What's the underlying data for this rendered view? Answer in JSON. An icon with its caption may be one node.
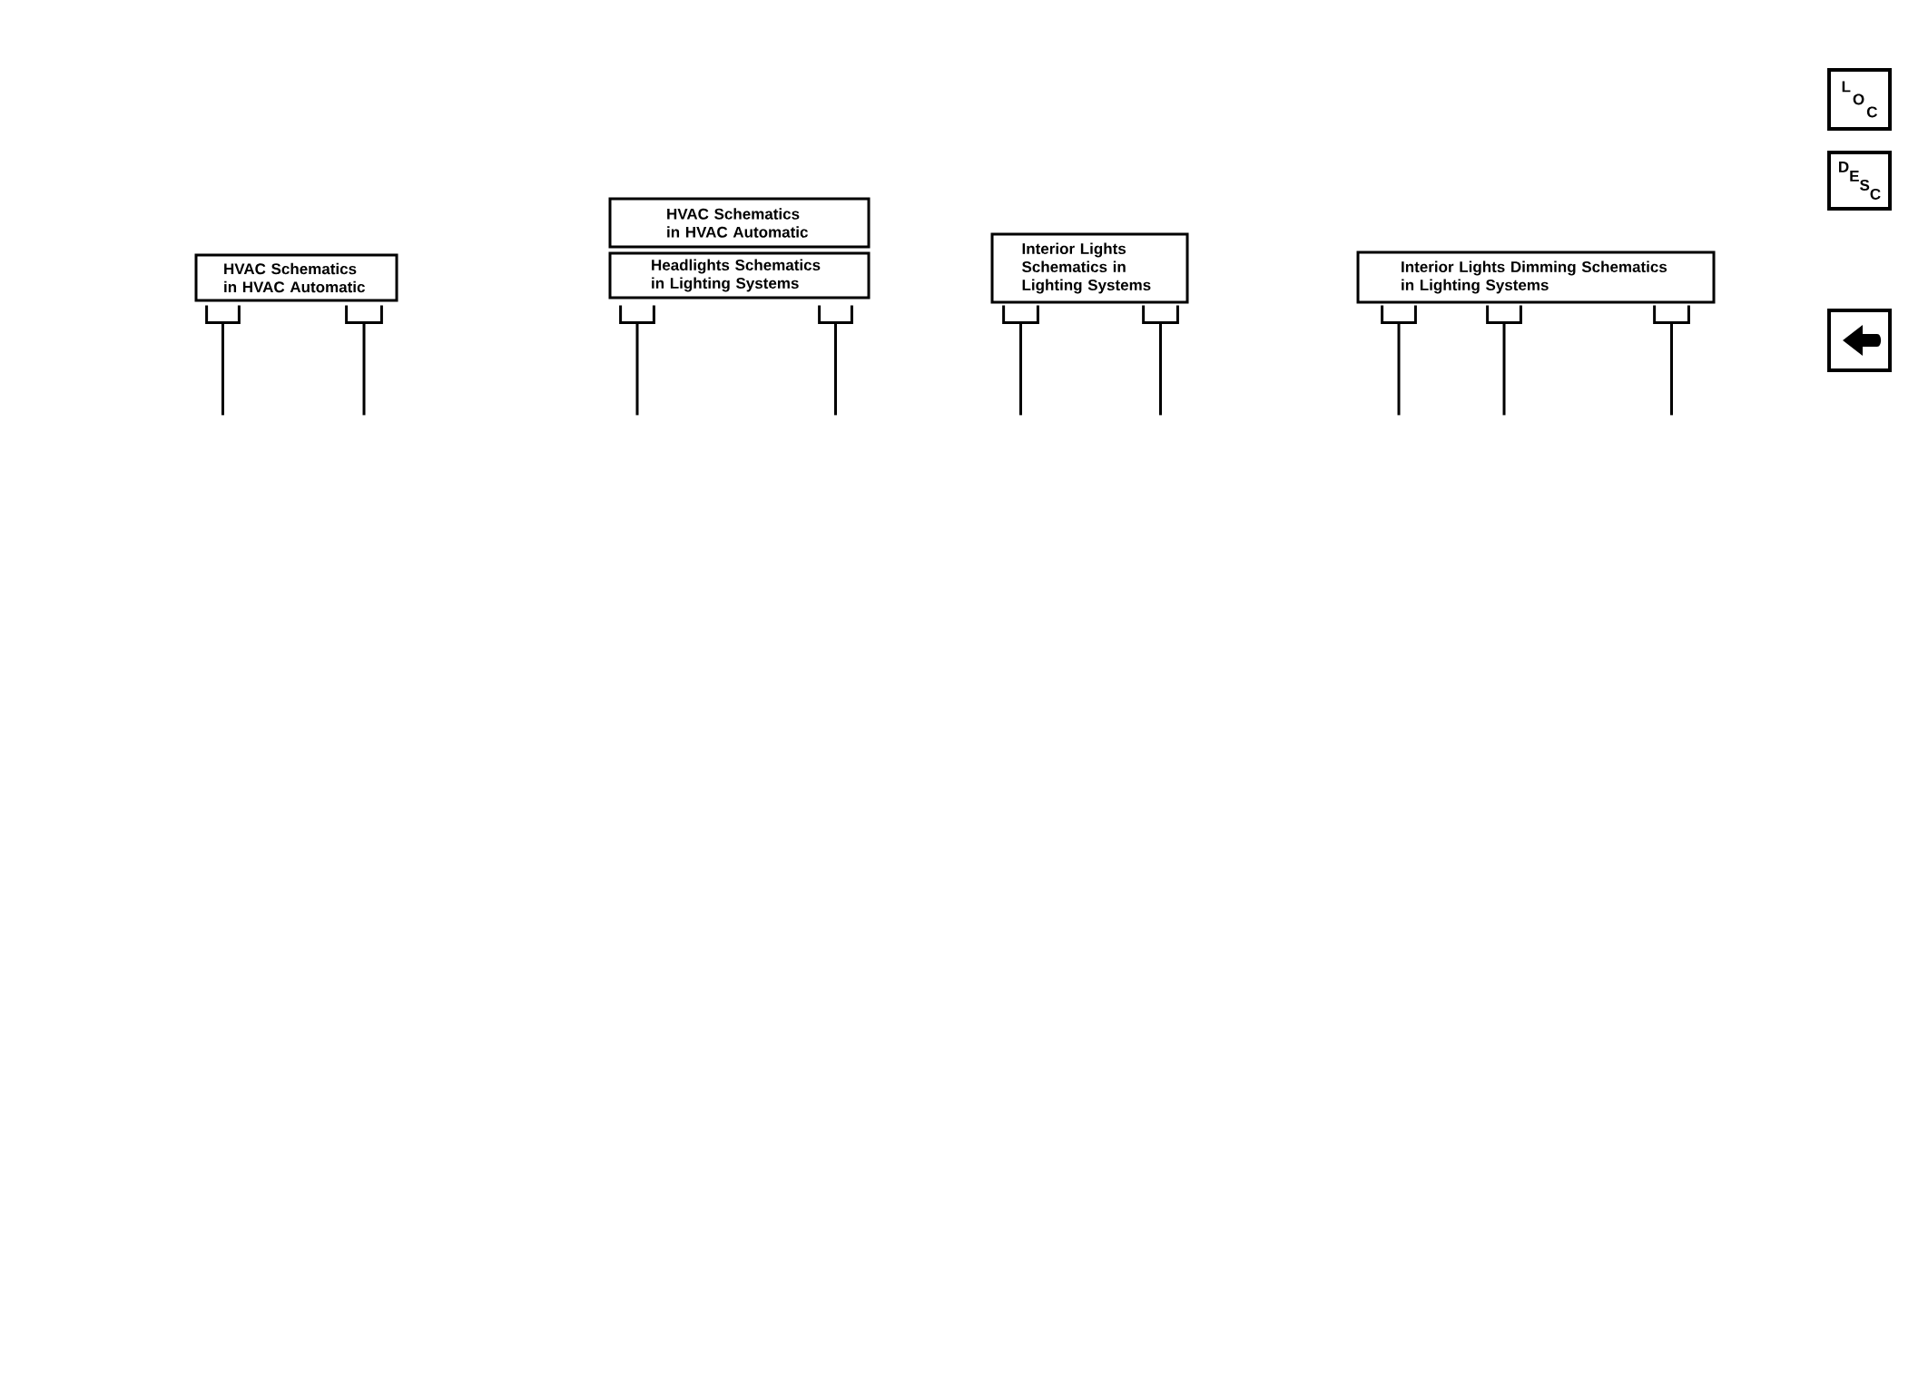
{
  "diagram": {
    "nodes": [
      {
        "text": [
          "HVAC Schematics in HVAC Automatic"
        ]
      },
      {
        "text": [],
        "shape": "bracket"
      },
      {
        "text": [],
        "shape": "bracket"
      },
      {
        "text": [
          "HVAC Schematics in HVAC Automatic"
        ]
      },
      {
        "text": [
          "Headlights Schematics in Lighting Systems"
        ]
      },
      {
        "text": [],
        "shape": "bracket"
      },
      {
        "text": [],
        "shape": "bracket"
      },
      {
        "text": [
          "Interior Lights Schematics in Lighting Systems"
        ]
      },
      {
        "text": [],
        "shape": "bracket"
      },
      {
        "text": [],
        "shape": "bracket"
      },
      {
        "text": [
          "Interior Lights Dimming Schematics in Lighting Systems"
        ]
      },
      {
        "text": [],
        "shape": "bracket"
      },
      {
        "text": [],
        "shape": "bracket"
      },
      {
        "text": [],
        "shape": "bracket"
      },
      {
        "text": [
          "LOC"
        ]
      },
      {
        "text": [
          "DESC"
        ]
      }
    ],
    "edges": [
      {
        "from": 1,
        "to": null,
        "arrow": "none"
      },
      {
        "from": 2,
        "to": null,
        "arrow": "none"
      },
      {
        "from": 5,
        "to": null,
        "arrow": "none"
      },
      {
        "from": 6,
        "to": null,
        "arrow": "none"
      },
      {
        "from": 8,
        "to": null,
        "arrow": "none"
      },
      {
        "from": 9,
        "to": null,
        "arrow": "none"
      },
      {
        "from": 11,
        "to": null,
        "arrow": "none"
      },
      {
        "from": 12,
        "to": null,
        "arrow": "none"
      },
      {
        "from": 13,
        "to": null,
        "arrow": "none"
      }
    ]
  }
}
